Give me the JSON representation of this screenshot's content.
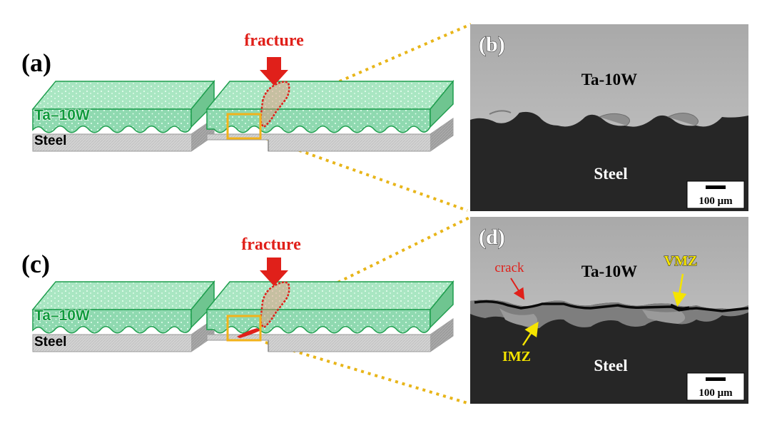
{
  "panels": {
    "a": {
      "label": "(a)",
      "fracture": "fracture",
      "top_layer": "Ta–10W",
      "bottom_layer": "Steel"
    },
    "b": {
      "label": "(b)",
      "top_material": "Ta-10W",
      "bottom_material": "Steel",
      "scale_bar": "100 μm"
    },
    "c": {
      "label": "(c)",
      "fracture": "fracture",
      "top_layer": "Ta–10W",
      "bottom_layer": "Steel"
    },
    "d": {
      "label": "(d)",
      "top_material": "Ta-10W",
      "bottom_material": "Steel",
      "scale_bar": "100 μm",
      "crack": "crack",
      "vmz": "VMZ",
      "imz": "IMZ"
    }
  },
  "colors": {
    "ta_fill": "#8fd9b0",
    "ta_edge": "#1f9e4e",
    "steel_fill": "#cfcfcf",
    "fracture_red": "#e0201a",
    "highlight_box": "#f2b21b",
    "zoom_lines": "#e8b519",
    "micro_ta": "#b5b5b5",
    "micro_steel": "#262626"
  }
}
